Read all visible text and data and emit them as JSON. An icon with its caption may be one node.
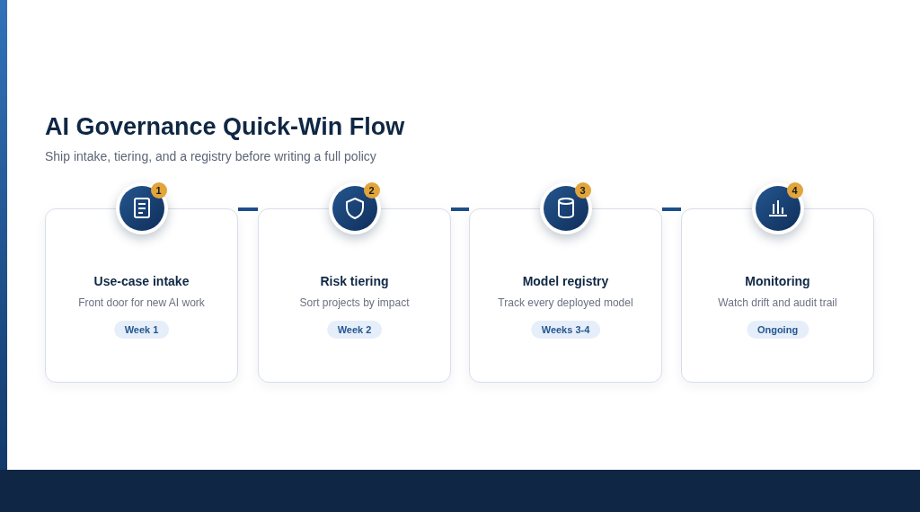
{
  "diagram": {
    "title": "AI Governance Quick-Win Flow",
    "caption": "Ship intake, tiering, and a registry before writing a full policy",
    "nodes": [
      {
        "text": [
          "Use-case intake",
          "Front door for new AI work",
          "Week 1"
        ]
      },
      {
        "text": [
          "Risk tiering",
          "Sort projects by impact",
          "Week 2"
        ]
      },
      {
        "text": [
          "Model registry",
          "Track every deployed model",
          "Weeks 3-4"
        ]
      },
      {
        "text": [
          "Monitoring",
          "Watch drift and audit trail",
          "Ongoing"
        ]
      }
    ],
    "edges": [
      {
        "from": 0,
        "to": 1,
        "arrow": "none"
      },
      {
        "from": 1,
        "to": 2,
        "arrow": "none"
      },
      {
        "from": 2,
        "to": 3,
        "arrow": "none"
      }
    ],
    "labels": [
      "1",
      "2",
      "3",
      "4"
    ]
  }
}
